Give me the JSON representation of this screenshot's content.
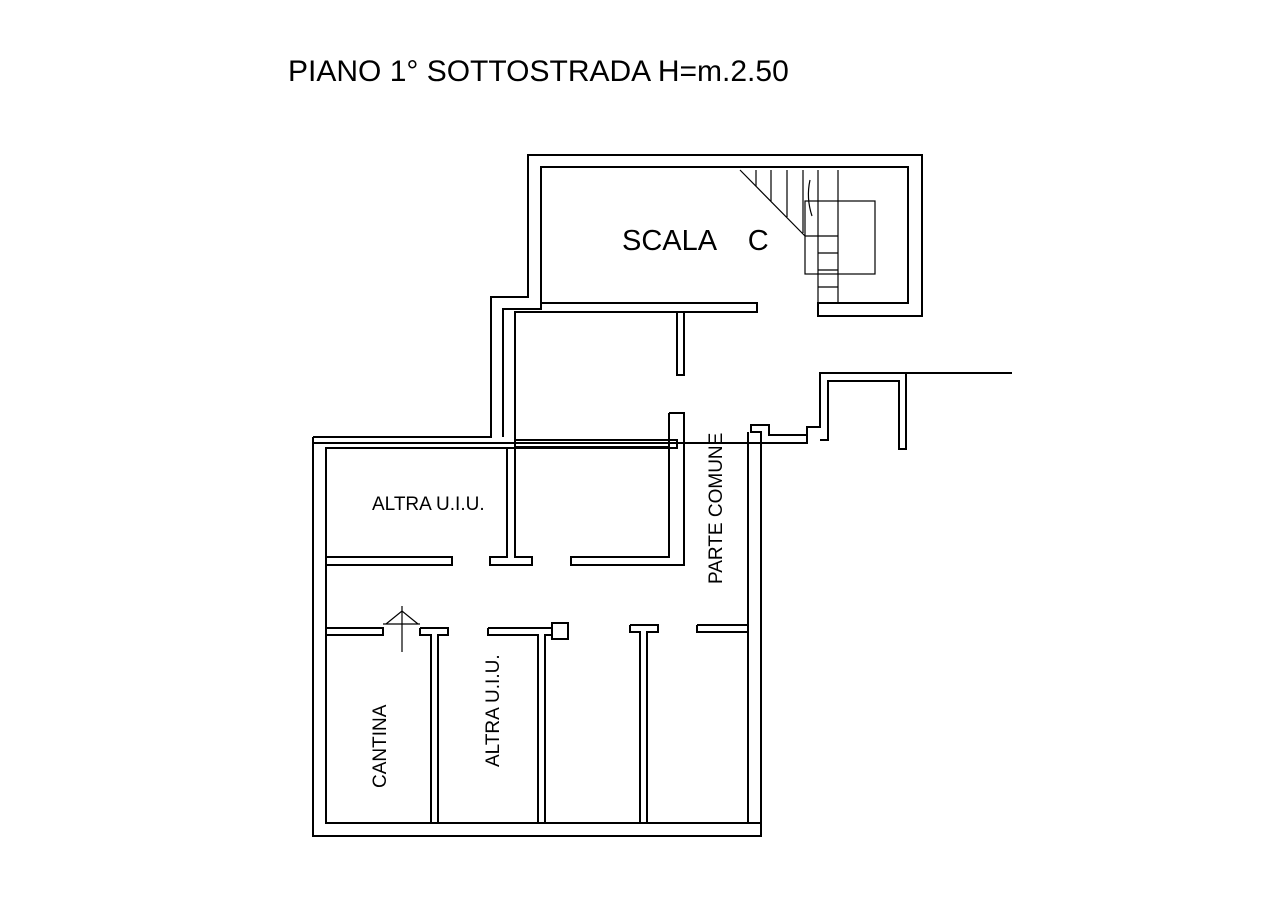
{
  "title": "PIANO 1° SOTTOSTRADA H=m.2.50",
  "labels": {
    "stair": "SCALA    C",
    "common_area": "PARTE COMUNE",
    "other_unit_upper": "ALTRA U.I.U.",
    "other_unit_lower": "ALTRA U.I.U.",
    "cellar": "CANTINA"
  },
  "colors": {
    "background": "#ffffff",
    "lines": "#000000"
  }
}
